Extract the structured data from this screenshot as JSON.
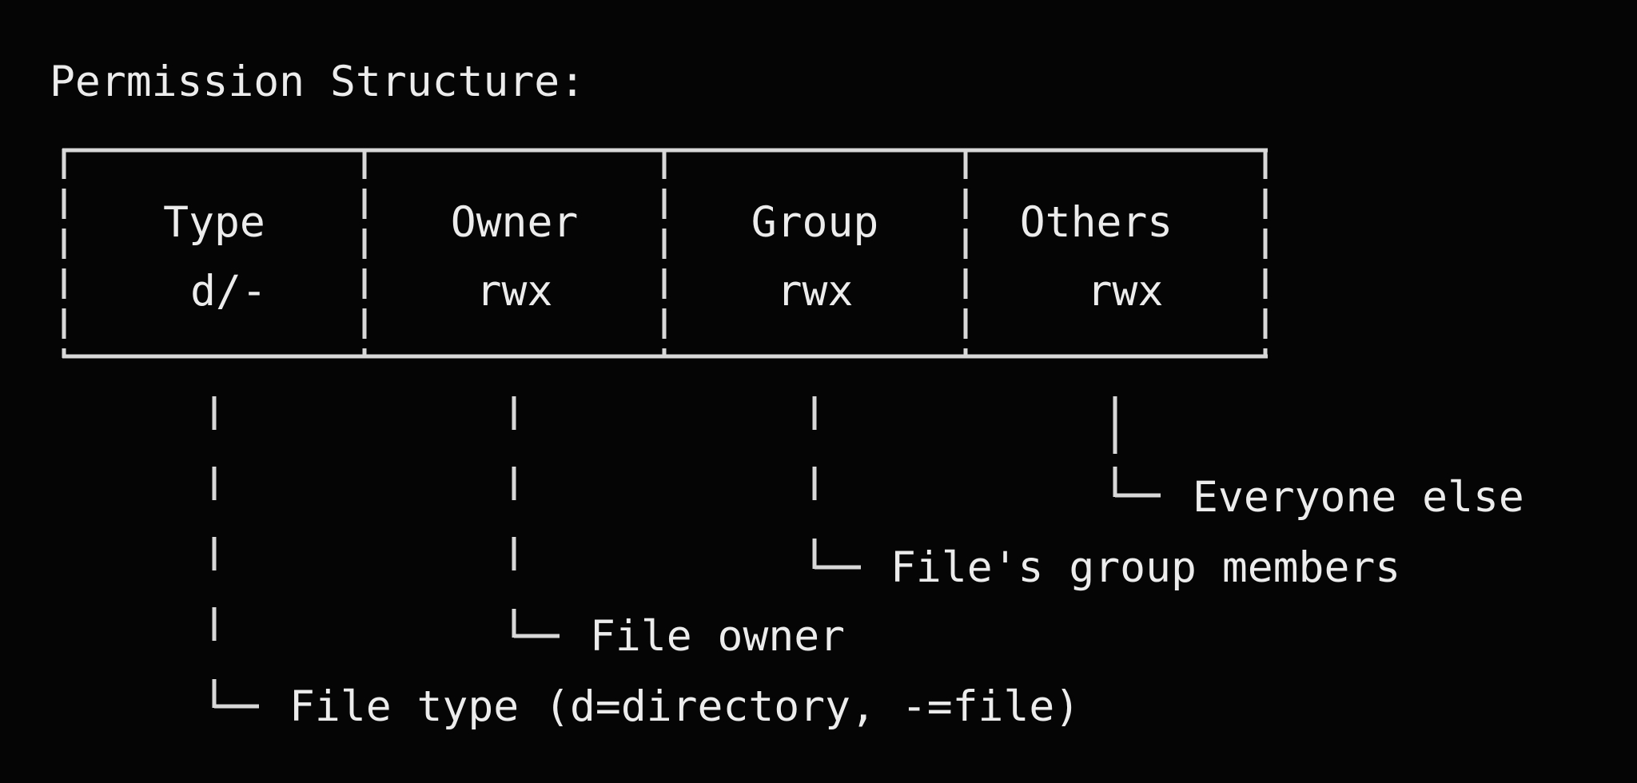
{
  "title": "Permission Structure:",
  "fields": [
    {
      "name": "Type",
      "value": "d/-"
    },
    {
      "name": "Owner",
      "value": "rwx"
    },
    {
      "name": "Group",
      "value": "rwx"
    },
    {
      "name": "Others",
      "value": "rwx"
    }
  ],
  "annotations": [
    {
      "field": "Type",
      "text": "File type (d=directory, -=file)"
    },
    {
      "field": "Owner",
      "text": "File owner"
    },
    {
      "field": "Group",
      "text": "File's group members"
    },
    {
      "field": "Others",
      "text": "Everyone else"
    }
  ],
  "colors": {
    "background": "#050505",
    "text": "#ececec",
    "lines": "#d8d8d8"
  }
}
